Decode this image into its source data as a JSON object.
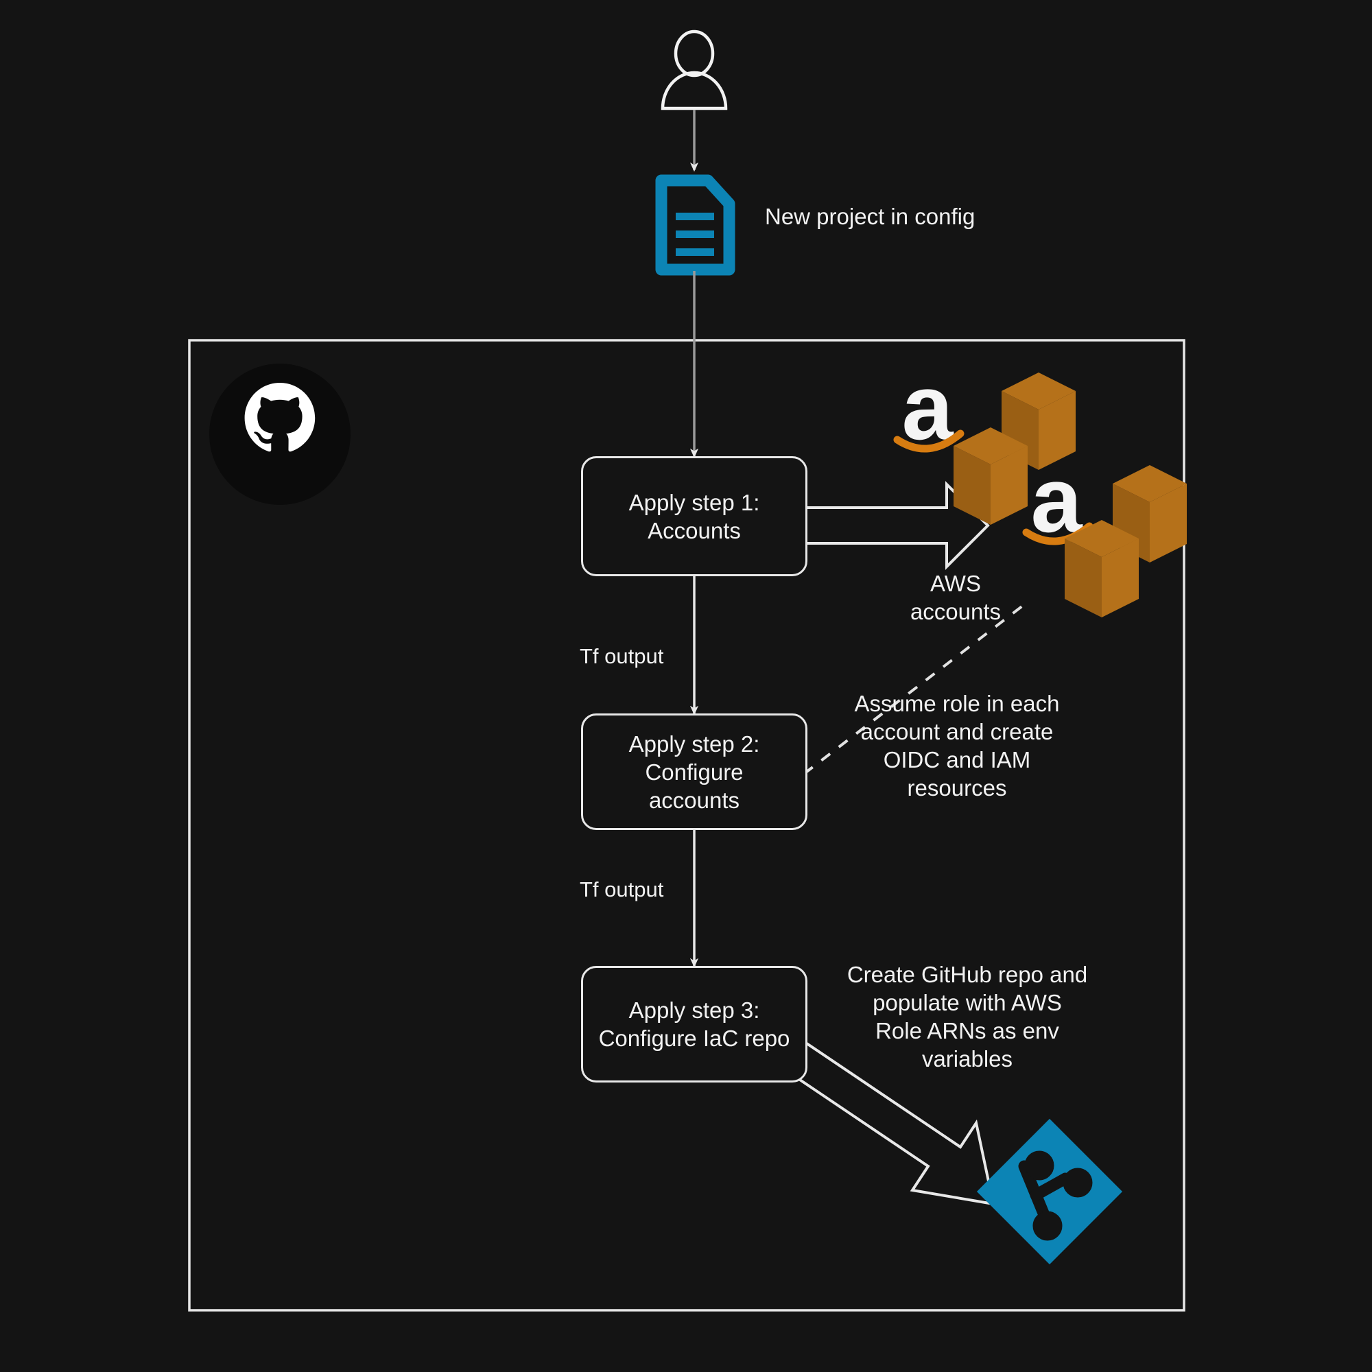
{
  "diagram": {
    "title": "AWS account bootstrap flow",
    "background_color": "#141414",
    "stroke_color": "#e8e8e8",
    "accent_blue": "#0c84b5",
    "accent_orange": "#b5711a",
    "github_black": "#0d0d0d"
  },
  "actor": {
    "name": "user-actor",
    "label": ""
  },
  "config_doc": {
    "label": "New project in config",
    "icon": "document-icon",
    "color": "#0c84b5"
  },
  "container": {
    "name": "github-repository-boundary",
    "logo": "github-octocat-icon"
  },
  "nodes": [
    {
      "id": "step1",
      "label": "Apply step 1:\nAccounts"
    },
    {
      "id": "step2",
      "label": "Apply step 2:\nConfigure accounts"
    },
    {
      "id": "step3",
      "label": "Apply step 3:\nConfigure IaC repo"
    }
  ],
  "edges": [
    {
      "id": "e-step1-step2",
      "label": "Tf output"
    },
    {
      "id": "e-step2-step3",
      "label": "Tf output"
    }
  ],
  "annotations": [
    {
      "id": "aws-accounts",
      "label": "AWS\naccounts",
      "icon": "aws-account-icon"
    },
    {
      "id": "assume-role",
      "label": "Assume role in each\naccount and create\nOIDC and IAM\nresources"
    },
    {
      "id": "create-repo",
      "label": "Create GitHub repo and\npopulate with AWS\nRole ARNs as env\nvariables"
    }
  ],
  "git_target": {
    "name": "git-icon",
    "color": "#0c84b5"
  }
}
